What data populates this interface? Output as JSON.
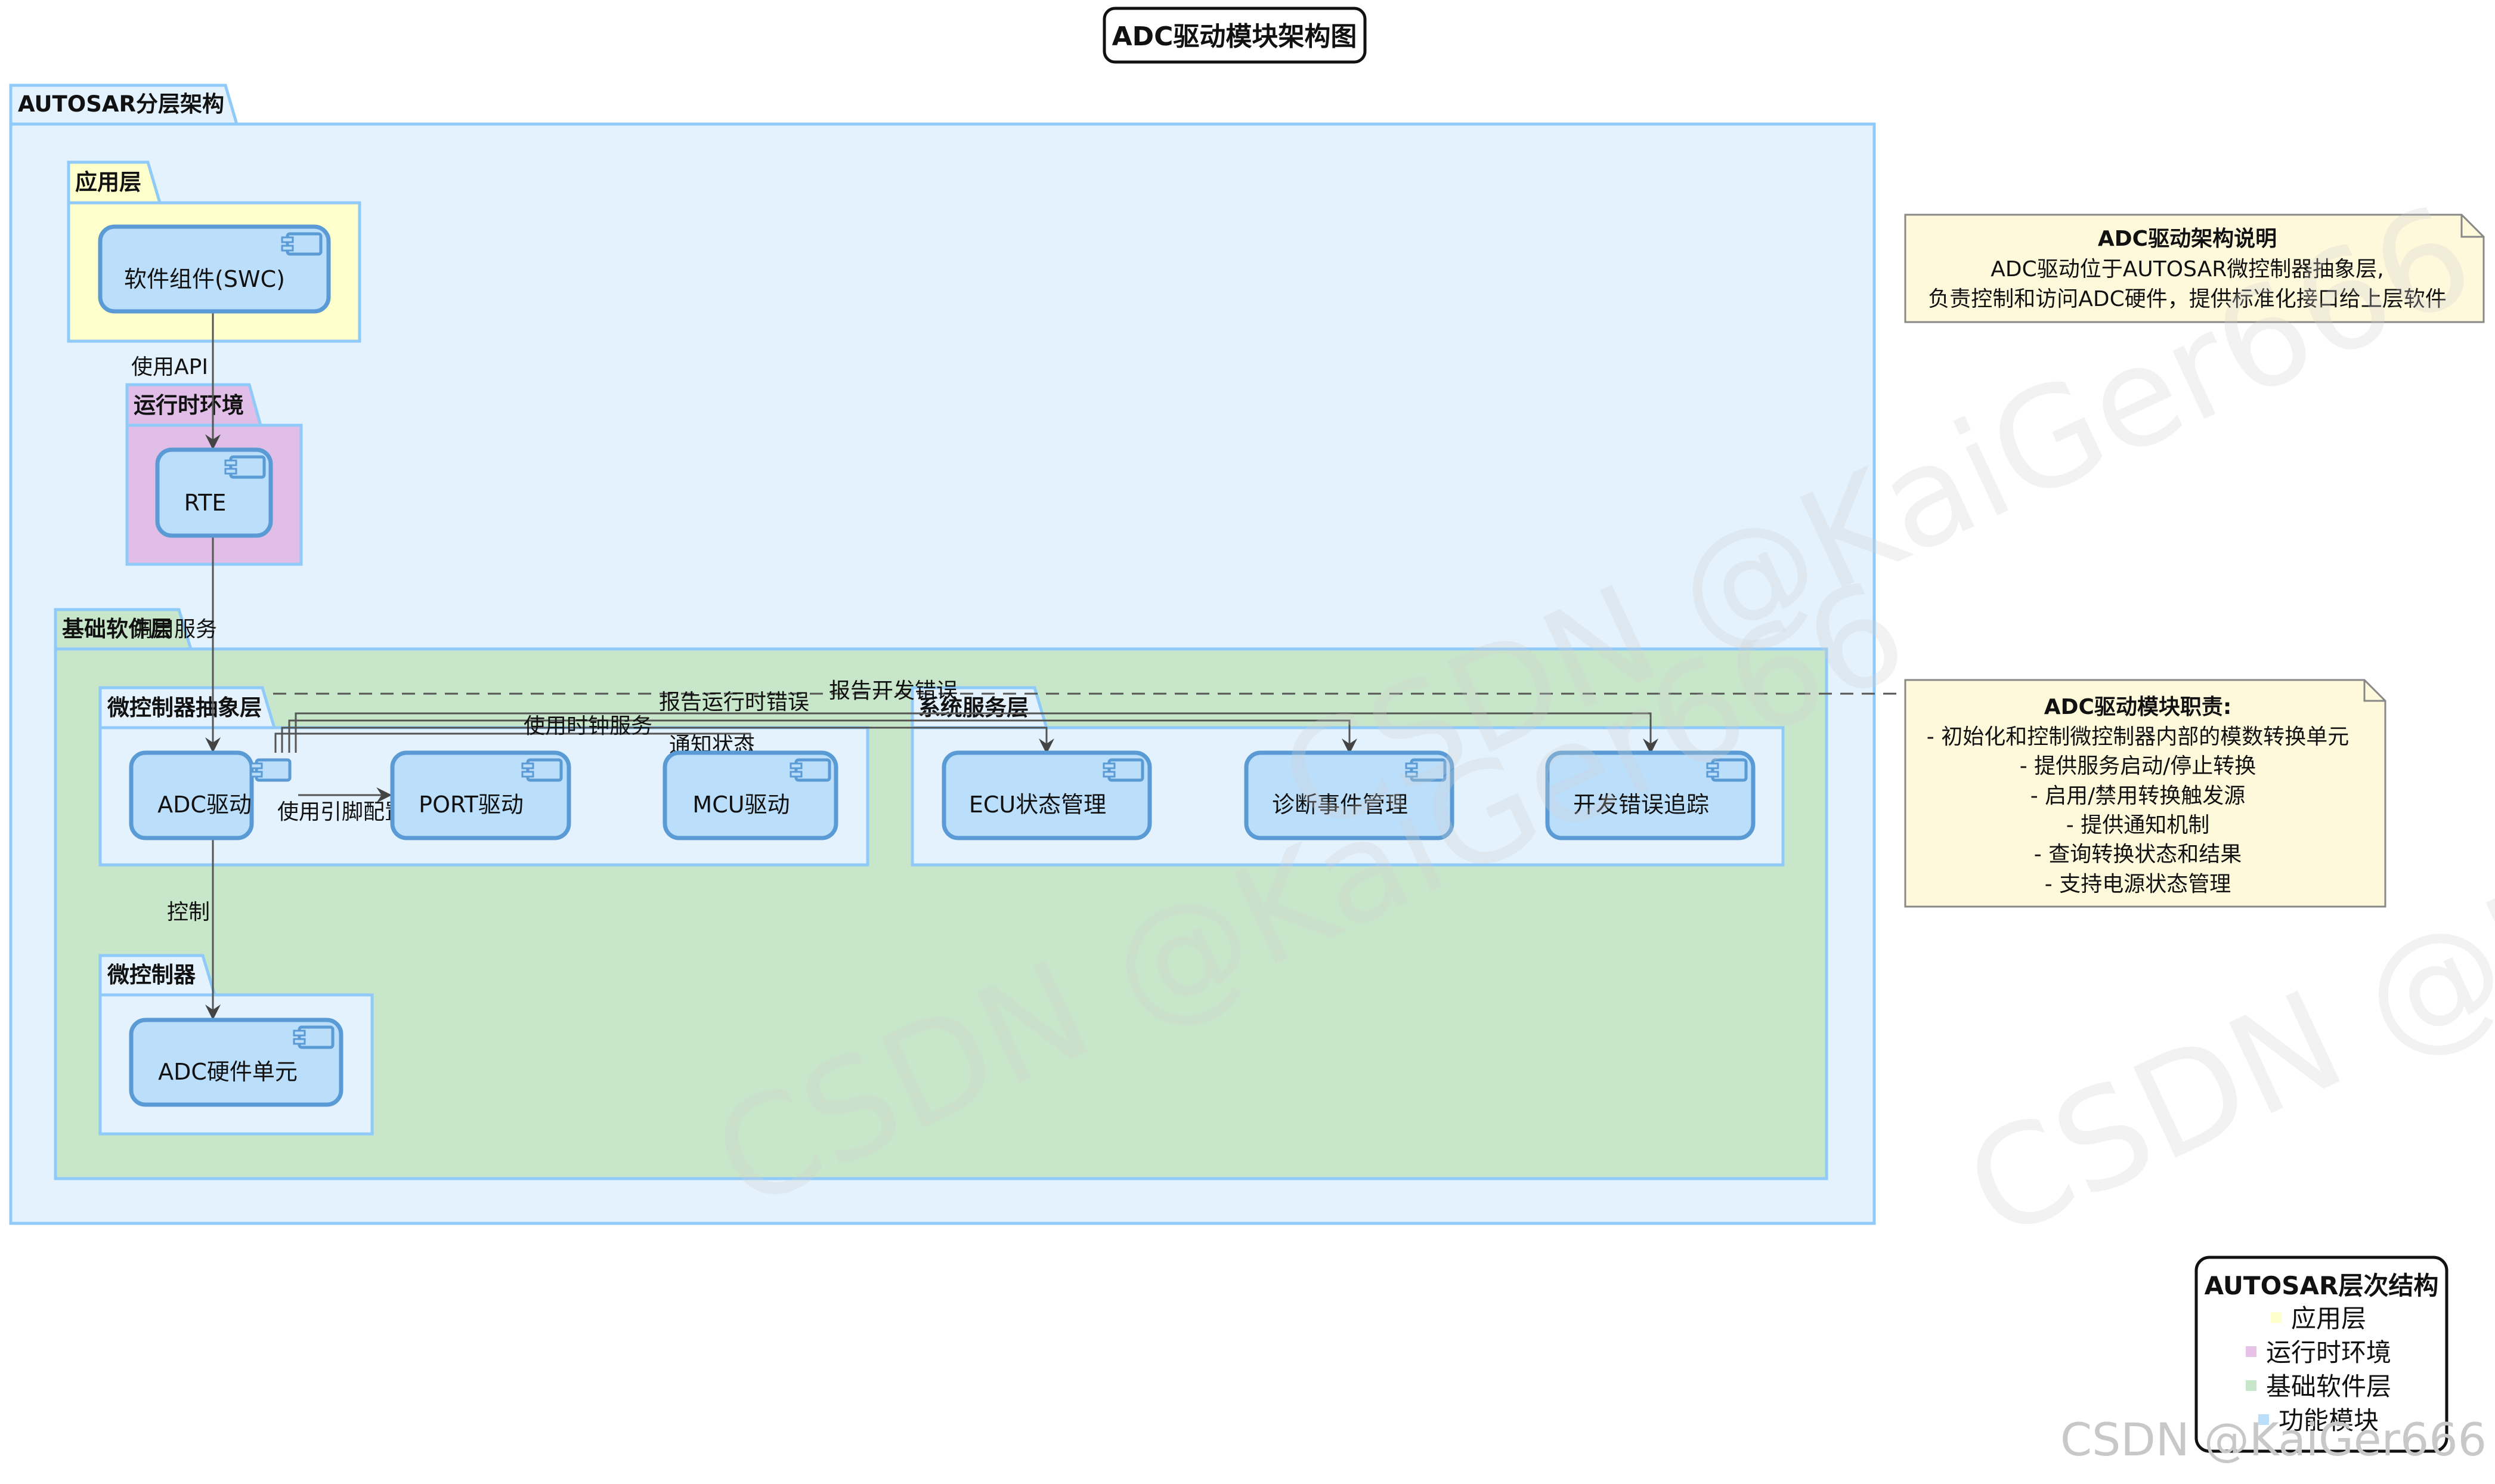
{
  "title": "ADC驱动模块架构图",
  "packages": {
    "autosar": "AUTOSAR分层架构",
    "app_layer": "应用层",
    "rte_layer": "运行时环境",
    "bsw_layer": "基础软件层",
    "mcal_layer": "微控制器抽象层",
    "service_layer": "系统服务层",
    "mcu_layer": "微控制器"
  },
  "components": {
    "swc": "软件组件(SWC)",
    "rte": "RTE",
    "adc_driver": "ADC驱动",
    "port_driver": "PORT驱动",
    "mcu_driver": "MCU驱动",
    "ecum": "ECU状态管理",
    "dem": "诊断事件管理",
    "det": "开发错误追踪",
    "adc_hw": "ADC硬件单元"
  },
  "edges": {
    "use_api": "使用API",
    "call_service": "调用服务",
    "use_pin_config": "使用引脚配置",
    "use_clock": "使用时钟服务",
    "notify_state": "通知状态",
    "report_runtime_error": "报告运行时错误",
    "report_dev_error": "报告开发错误",
    "control": "控制"
  },
  "notes": {
    "arch": {
      "title": "ADC驱动架构说明",
      "lines": [
        "ADC驱动位于AUTOSAR微控制器抽象层,",
        "负责控制和访问ADC硬件，提供标准化接口给上层软件"
      ]
    },
    "duties": {
      "title": "ADC驱动模块职责:",
      "lines": [
        "- 初始化和控制微控制器内部的模数转换单元",
        "- 提供服务启动/停止转换",
        "- 启用/禁用转换触发源",
        "- 提供通知机制",
        "- 查询转换状态和结果",
        "- 支持电源状态管理"
      ]
    }
  },
  "legend": {
    "title": "AUTOSAR层次结构",
    "items": [
      {
        "label": "应用层",
        "color": "#FFFFCC"
      },
      {
        "label": "运行时环境",
        "color": "#E6C3E6"
      },
      {
        "label": "基础软件层",
        "color": "#C8E6C9"
      },
      {
        "label": "功能模块",
        "color": "#BBDEFB"
      }
    ]
  },
  "watermark": "CSDN @KaiGer666",
  "colors": {
    "autosar_bg": "#E3F2FD",
    "app_bg": "#FFFFCC",
    "rte_bg": "#E1BEE7",
    "bsw_bg": "#C8E6C9",
    "inner_bg": "#E3F2FD",
    "component_bg": "#BBDEFB",
    "border": "#90CAF9",
    "note_bg": "#FFF9DB"
  }
}
